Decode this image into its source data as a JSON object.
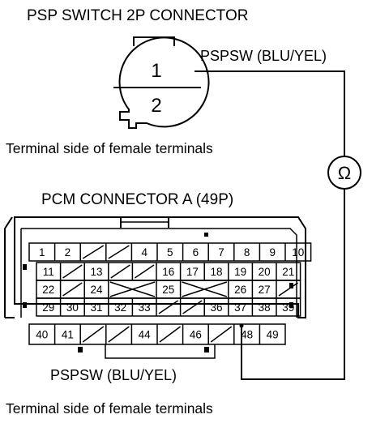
{
  "psp_connector": {
    "title": "PSP SWITCH 2P CONNECTOR",
    "wire_label": "PSPSW (BLU/YEL)",
    "pin_top": "1",
    "pin_bottom": "2",
    "caption": "Terminal side of female terminals"
  },
  "meter": {
    "symbol": "Ω"
  },
  "pcm_connector": {
    "title": "PCM CONNECTOR A (49P)",
    "wire_label": "PSPSW (BLU/YEL)",
    "caption": "Terminal side of female terminals",
    "rows": [
      [
        "1",
        "2",
        "",
        "",
        "4",
        "5",
        "6",
        "7",
        "8",
        "9",
        "10"
      ],
      [
        "11",
        "",
        "13",
        "",
        "",
        "16",
        "17",
        "18",
        "19",
        "20",
        "21"
      ],
      [
        "22",
        "",
        "24",
        "",
        "",
        "25",
        "",
        "",
        "26",
        "27",
        ""
      ],
      [
        "29",
        "30",
        "31",
        "32",
        "33",
        "",
        "",
        "36",
        "37",
        "38",
        "39"
      ],
      [
        "40",
        "41",
        "",
        "",
        "44",
        "",
        "46",
        "",
        "48",
        "49"
      ]
    ]
  }
}
